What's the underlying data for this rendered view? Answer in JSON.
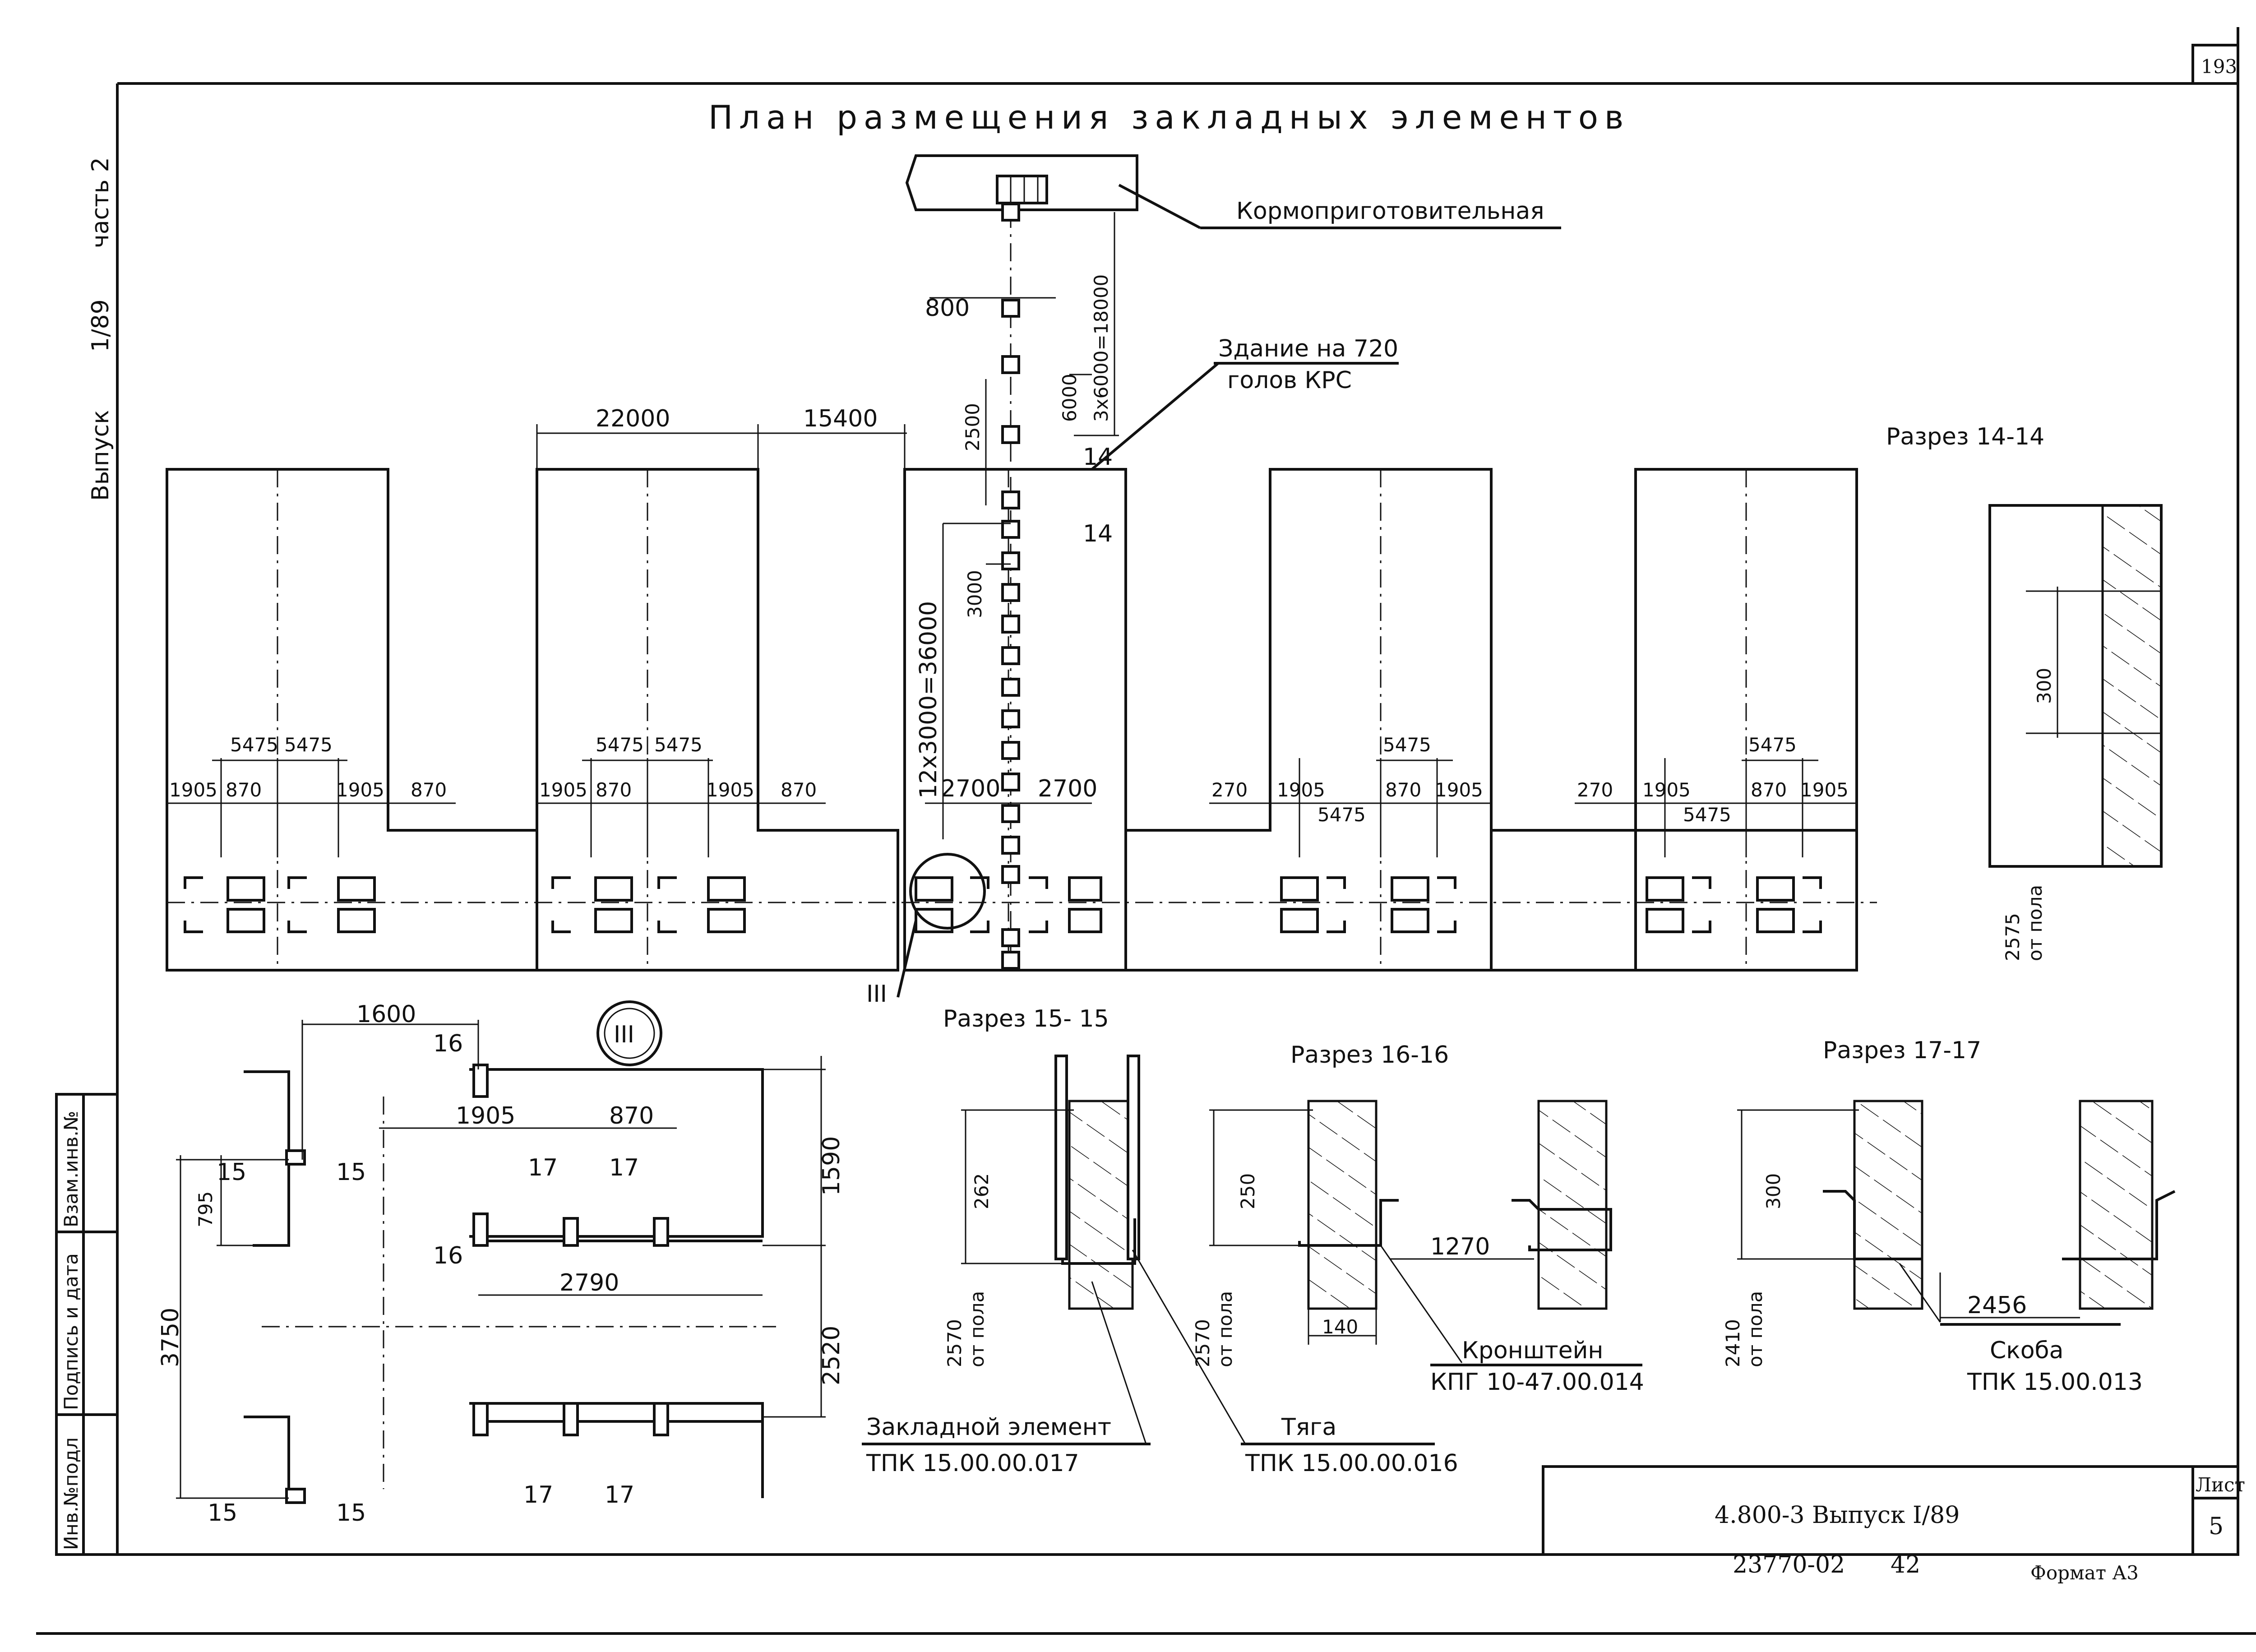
{
  "sheet_corner_number": "193",
  "side_caption": {
    "series": "Выпуск",
    "issue": "1/89",
    "part": "часть 2"
  },
  "title": "План размещения закладных элементов",
  "callouts": {
    "feed_prep": "Кормоприготовительная",
    "building_line1": "Здание на 720",
    "building_line2": "голов КРС",
    "node_ref": "III",
    "embed_elem_label": "Закладной элемент",
    "embed_elem_code": "ТПК 15.00.00.017",
    "rod_label": "Тяга",
    "rod_code": "ТПК 15.00.00.016",
    "bracket_label": "Кронштейн",
    "bracket_code": "КПГ 10-47.00.014",
    "clamp_label": "Скоба",
    "clamp_code": "ТПК 15.00.013"
  },
  "sections": {
    "s14": "Разрез 14-14",
    "s15": "Разрез 15- 15",
    "s16": "Разрез 16-16",
    "s17": "Разрез 17-17"
  },
  "dimensions": {
    "d22000": "22000",
    "d15400": "15400",
    "d800": "800",
    "d3x6000": "3x6000=18000",
    "d6000": "6000",
    "d2500": "2500",
    "d3000": "3000",
    "d12x3000": "12x3000=36000",
    "d2700a": "2700",
    "d2700b": "2700",
    "d5475": "5475",
    "d1905": "1905",
    "d870": "870",
    "d270": "270",
    "d1600": "1600",
    "d795": "795",
    "d3750": "3750",
    "d1590": "1590",
    "d2520": "2520",
    "d2790": "2790",
    "d300": "300",
    "d2575": "2575",
    "d262": "262",
    "d2570": "2570",
    "d250": "250",
    "d1270": "1270",
    "d140": "140",
    "d2410": "2410",
    "d2456": "2456",
    "from_floor": "от пола"
  },
  "section_marks": {
    "m14": "14",
    "m15": "15",
    "m16": "16",
    "m17": "17"
  },
  "stamp": {
    "doc_title": "4.800-3 Выпуск I/89",
    "sheet_label": "Лист",
    "sheet_no": "5",
    "inv_no": "23770-02",
    "inv_suffix": "42",
    "format": "Формат А3"
  },
  "sidebar_stamp": {
    "replace_inv": "Взам.инв.№",
    "sign_date": "Подпись и дата",
    "inv_orig": "Инв.№подл"
  }
}
